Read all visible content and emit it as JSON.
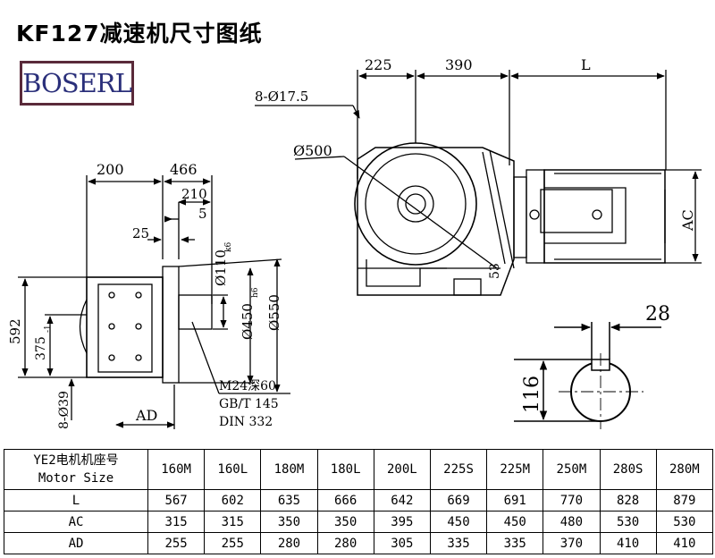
{
  "title": "KF127减速机尺寸图纸",
  "logo": "BOSERL",
  "drawing": {
    "dims": {
      "d225": "225",
      "d390": "390",
      "dL": "L",
      "holes_top": "8-Ø17.5",
      "d500": "Ø500",
      "d53": "53",
      "dAC": "AC",
      "d200": "200",
      "d466": "466",
      "d210": "210",
      "d5": "5",
      "d25": "25",
      "d110": "Ø110",
      "d110_tol": "k6",
      "d450": "Ø450",
      "d450_tol": "h6",
      "d550": "Ø550",
      "d592": "592",
      "d375": "375",
      "d375_tol": "-1",
      "holes_side": "8-Ø39",
      "dAD": "AD",
      "key_width": "28",
      "key_height": "116"
    },
    "note_lines": [
      "M24深60",
      "GB/T 145",
      "DIN 332"
    ]
  },
  "table": {
    "header_label_line1": "YE2电机机座号",
    "header_label_line2": "Motor Size",
    "sizes": [
      "160M",
      "160L",
      "180M",
      "180L",
      "200L",
      "225S",
      "225M",
      "250M",
      "280S",
      "280M"
    ],
    "rows": [
      {
        "label": "L",
        "values": [
          "567",
          "602",
          "635",
          "666",
          "642",
          "669",
          "691",
          "770",
          "828",
          "879"
        ]
      },
      {
        "label": "AC",
        "values": [
          "315",
          "315",
          "350",
          "350",
          "395",
          "450",
          "450",
          "480",
          "530",
          "530"
        ]
      },
      {
        "label": "AD",
        "values": [
          "255",
          "255",
          "280",
          "280",
          "305",
          "335",
          "335",
          "370",
          "410",
          "410"
        ]
      }
    ]
  }
}
